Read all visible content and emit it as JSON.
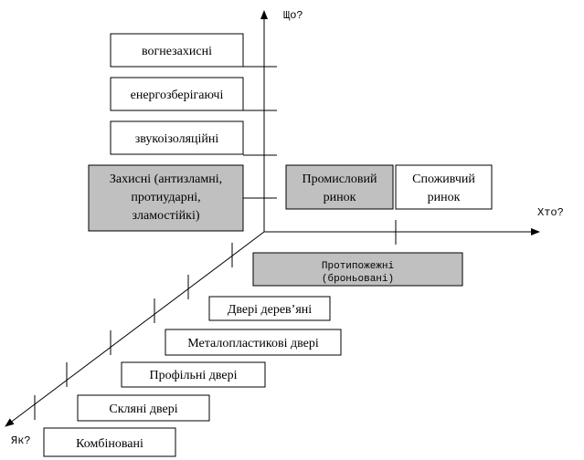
{
  "axes": {
    "what_label": "Що?",
    "who_label": "Хто?",
    "how_label": "Як?"
  },
  "what_axis": {
    "fireproof": "вогнезахисні",
    "energy_saving": "енергозберігаючі",
    "soundproof": "звукоізоляційні",
    "protective_lines": [
      "Захисні (антизламні,",
      "протиударні,",
      "зламостійкі)"
    ]
  },
  "who_axis": {
    "industrial_lines": [
      "Промисловий",
      "ринок"
    ],
    "consumer_lines": [
      "Споживчий",
      "ринок"
    ]
  },
  "how_axis": {
    "fire_armored_lines": [
      "Протипожежні",
      "(броньовані)"
    ],
    "wooden": "Двері дерев’яні",
    "metal_plastic": "Металопластикові двері",
    "profile": "Профільні двері",
    "glass": "Скляні двері",
    "combined": "Комбіновані"
  },
  "colors": {
    "box_gray": "#c0c0c0",
    "box_white": "#ffffff",
    "line": "#000000"
  }
}
